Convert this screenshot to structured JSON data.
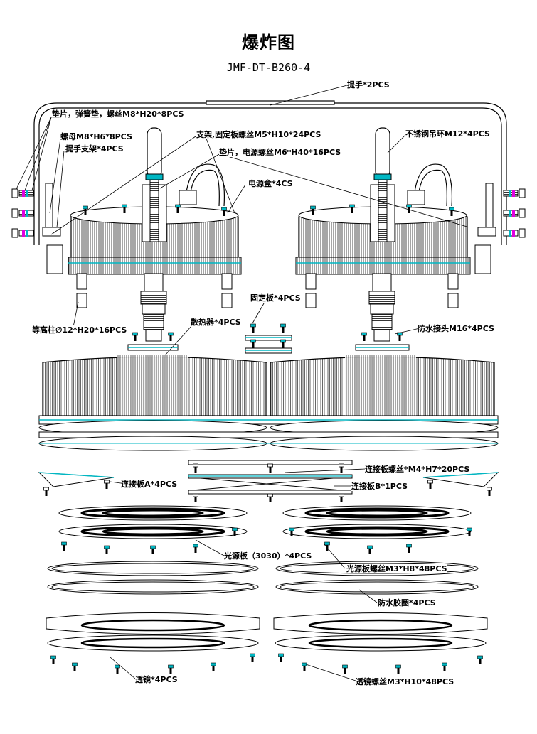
{
  "title": "爆炸图",
  "model": "JMF-DT-B260-4",
  "labels": {
    "handle": "提手*2PCS",
    "washer_screw": "垫片，弹簧垫，螺丝M8*H20*8PCS",
    "nut": "螺母M8*H6*8PCS",
    "handle_bracket": "提手支架*4PCS",
    "bracket_screw": "支架,固定板螺丝M5*H10*24PCS",
    "ring": "不锈钢吊环M12*4PCS",
    "psu_screw": "垫片，电源螺丝M6*H40*16PCS",
    "psu_box": "电源盒*4CS",
    "spacer": "等高柱∅12*H20*16PCS",
    "heatsink": "散热器*4PCS",
    "fix_plate": "固定板*4PCS",
    "connector": "防水接头M16*4PCS",
    "conn_screw": "连接板螺丝*M4*H7*20PCS",
    "plate_a": "连接板A*4PCS",
    "plate_b": "连接板B*1PCS",
    "light_board": "光源板（3030）*4PCS",
    "board_screw": "光源板螺丝M3*H8*48PCS",
    "gasket": "防水胶圈*4PCS",
    "lens": "透镜*4PCS",
    "lens_screw": "透镜螺丝M3*H10*48PCS"
  },
  "colors": {
    "line": "#000000",
    "accent": "#00b7c3",
    "magenta": "#e000e0"
  }
}
